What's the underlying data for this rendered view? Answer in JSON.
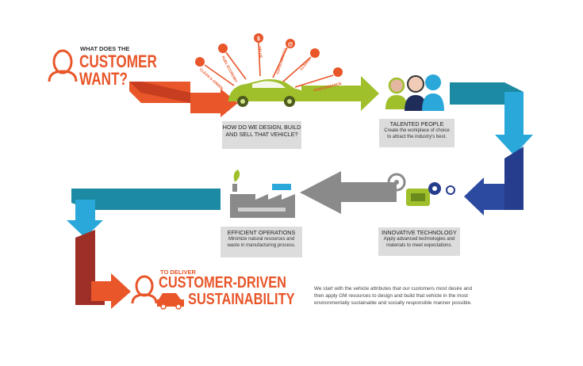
{
  "colors": {
    "orange": "#e8562a",
    "dark_red": "#9e2f26",
    "green": "#9fbf2b",
    "teal": "#1b8aa2",
    "cyan": "#29a8d9",
    "navy": "#253d8c",
    "gray": "#8a8a8a",
    "box_gray": "#dcdcdc"
  },
  "header": {
    "pre": "WHAT DOES THE",
    "line1": "CUSTOMER",
    "line2": "WANT?"
  },
  "attributes": [
    "CLEAN & GREEN",
    "FUEL ECONOMY",
    "VALUE",
    "CONNECTIVITY",
    "SAFETY",
    "PERFORMANCE"
  ],
  "steps": {
    "design": {
      "line1": "HOW DO WE DESIGN, BUILD",
      "line2": "AND SELL THAT VEHICLE?"
    },
    "people": {
      "title": "TALENTED PEOPLE",
      "line1": "Create the workplace of choice",
      "line2": "to attract the industry's best."
    },
    "technology": {
      "title": "INNOVATIVE TECHNOLOGY",
      "line1": "Apply advanced technologies and",
      "line2": "materials to meet expectations."
    },
    "operations": {
      "title": "EFFICIENT OPERATIONS",
      "line1": "Minimize natural resources and",
      "line2": "waste in manufacturing process."
    }
  },
  "footer": {
    "pre": "TO DELIVER",
    "line1": "CUSTOMER-DRIVEN",
    "line2": "SUSTAINABILITY",
    "desc_line1": "We start with the vehicle attributes that our customers most desire and",
    "desc_line2": "then apply GM resources to design and build that vehicle in the most",
    "desc_line3": "environmentally sustainable and socially responsible manner possible."
  }
}
